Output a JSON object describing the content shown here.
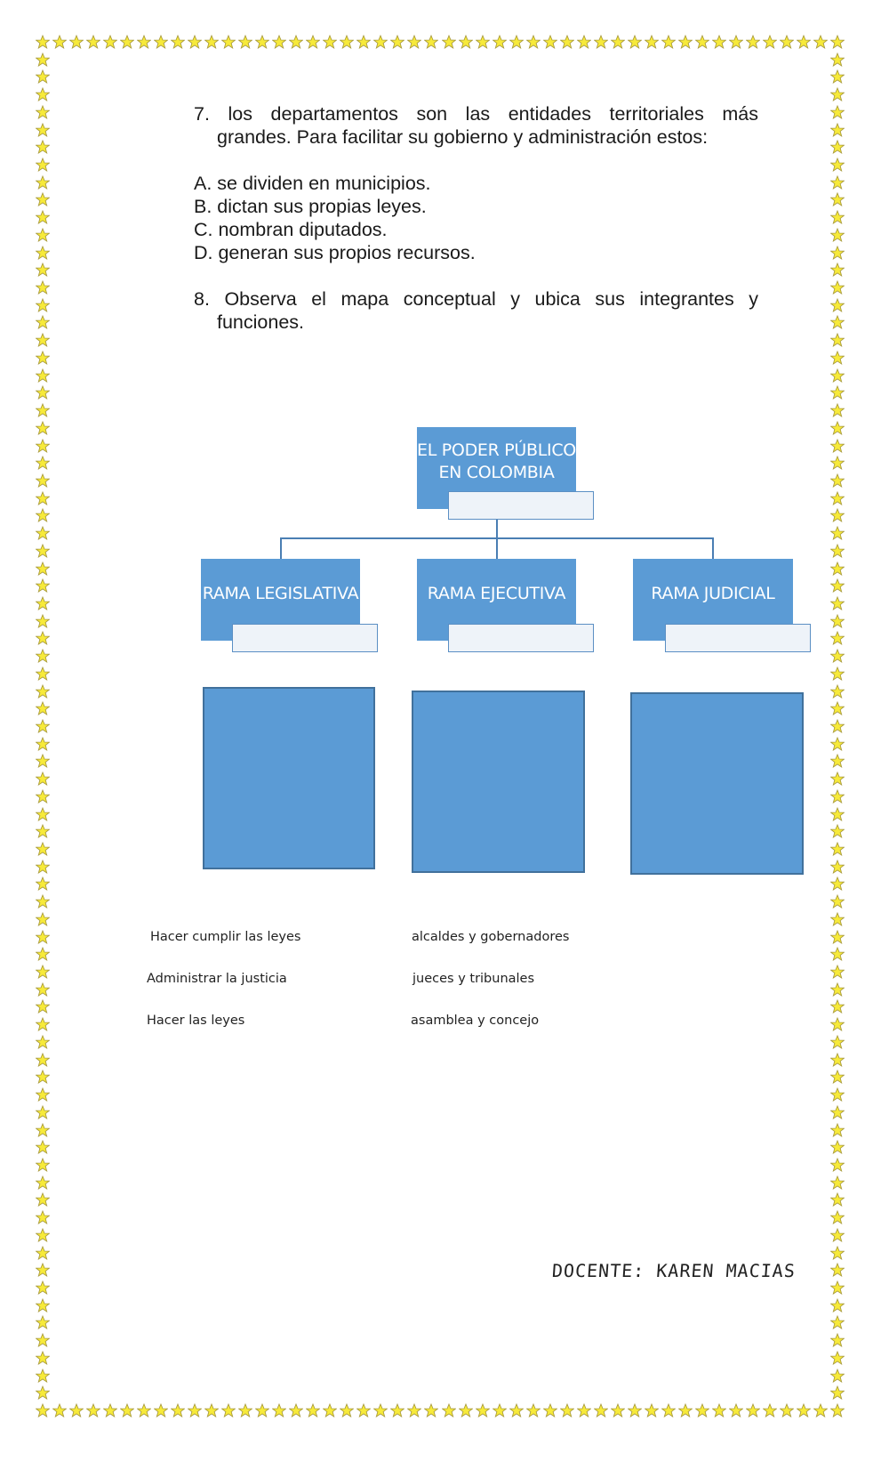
{
  "border": {
    "icon": "star-icon",
    "color": "#f7ea3a",
    "stroke": "#a89a3c"
  },
  "question7": {
    "line1": "7.  los  departamentos  son  las  entidades  territoriales  más",
    "line2": "grandes. Para facilitar su gobierno y administración estos:",
    "options": [
      "A. se dividen en municipios.",
      "B. dictan sus propias leyes.",
      "C. nombran diputados.",
      "D. generan sus propios recursos."
    ]
  },
  "question8": {
    "line1": "8.  Observa  el  mapa  conceptual  y  ubica  sus  integrantes  y",
    "line2": "funciones."
  },
  "diagram": {
    "root": {
      "line1": "EL PODER PÚBLICO",
      "line2": "EN COLOMBIA"
    },
    "branches": [
      {
        "label": "RAMA LEGISLATIVA"
      },
      {
        "label": "RAMA EJECUTIVA"
      },
      {
        "label": "RAMA JUDICIAL"
      }
    ],
    "box_color": "#5b9bd5",
    "drop_boxes": 3
  },
  "word_bank": {
    "left": [
      "Hacer cumplir las leyes",
      "Administrar la justicia",
      "Hacer las leyes"
    ],
    "right": [
      "alcaldes y gobernadores",
      "jueces y tribunales",
      "asamblea y concejo"
    ]
  },
  "footer": {
    "teacher": "DOCENTE: KAREN MACIAS"
  }
}
